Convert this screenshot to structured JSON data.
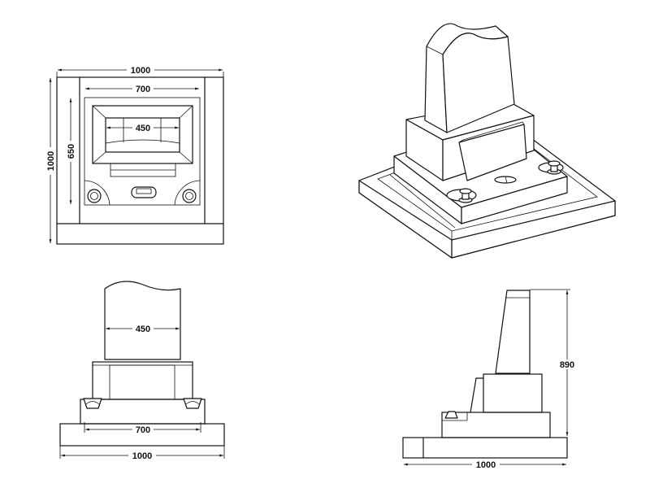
{
  "drawing": {
    "plan_view": {
      "dims": {
        "outer_width": "1000",
        "outer_depth": "1000",
        "inner_width": "700",
        "inner_depth": "650",
        "stone_width": "450"
      }
    },
    "front_view": {
      "dims": {
        "stone_width": "450",
        "platform_width": "700",
        "base_width": "1000"
      }
    },
    "side_view": {
      "dims": {
        "height": "890",
        "base_depth": "1000"
      }
    }
  }
}
